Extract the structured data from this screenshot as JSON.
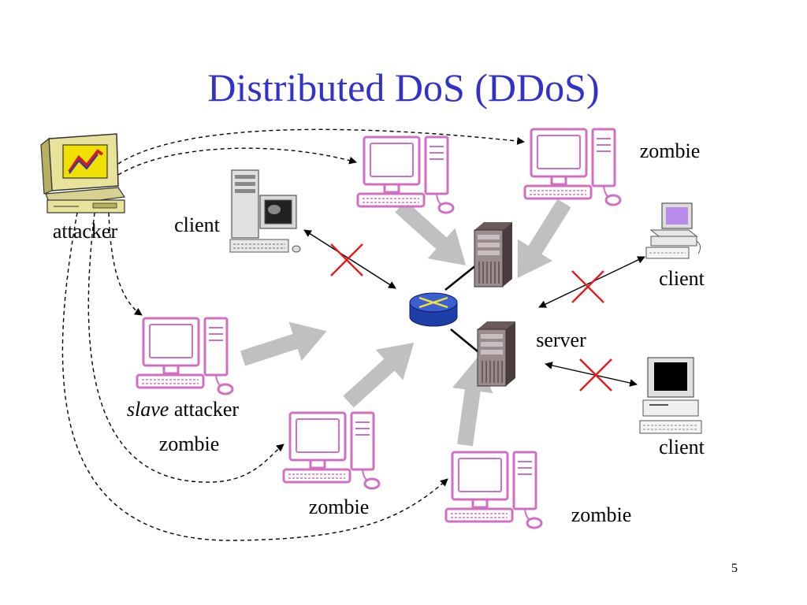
{
  "slide": {
    "title": "Distributed DoS (DDoS)",
    "page_number": "5"
  },
  "labels": {
    "attacker": "attacker",
    "client_left": "client",
    "zombie_top_right": "zombie",
    "client_right_upper": "client",
    "server": "server",
    "slave_word": "slave",
    "slave_rest": " attacker",
    "zombie_slave": "zombie",
    "zombie_bottom_middle": "zombie",
    "zombie_bottom_right": "zombie",
    "client_right_lower": "client"
  },
  "colors": {
    "title": "#3232c8",
    "zombie_outline": "#d070c0",
    "block_x": "#e02020",
    "attack_arrow": "#c0c0c0",
    "router": "#1f3fa8"
  }
}
